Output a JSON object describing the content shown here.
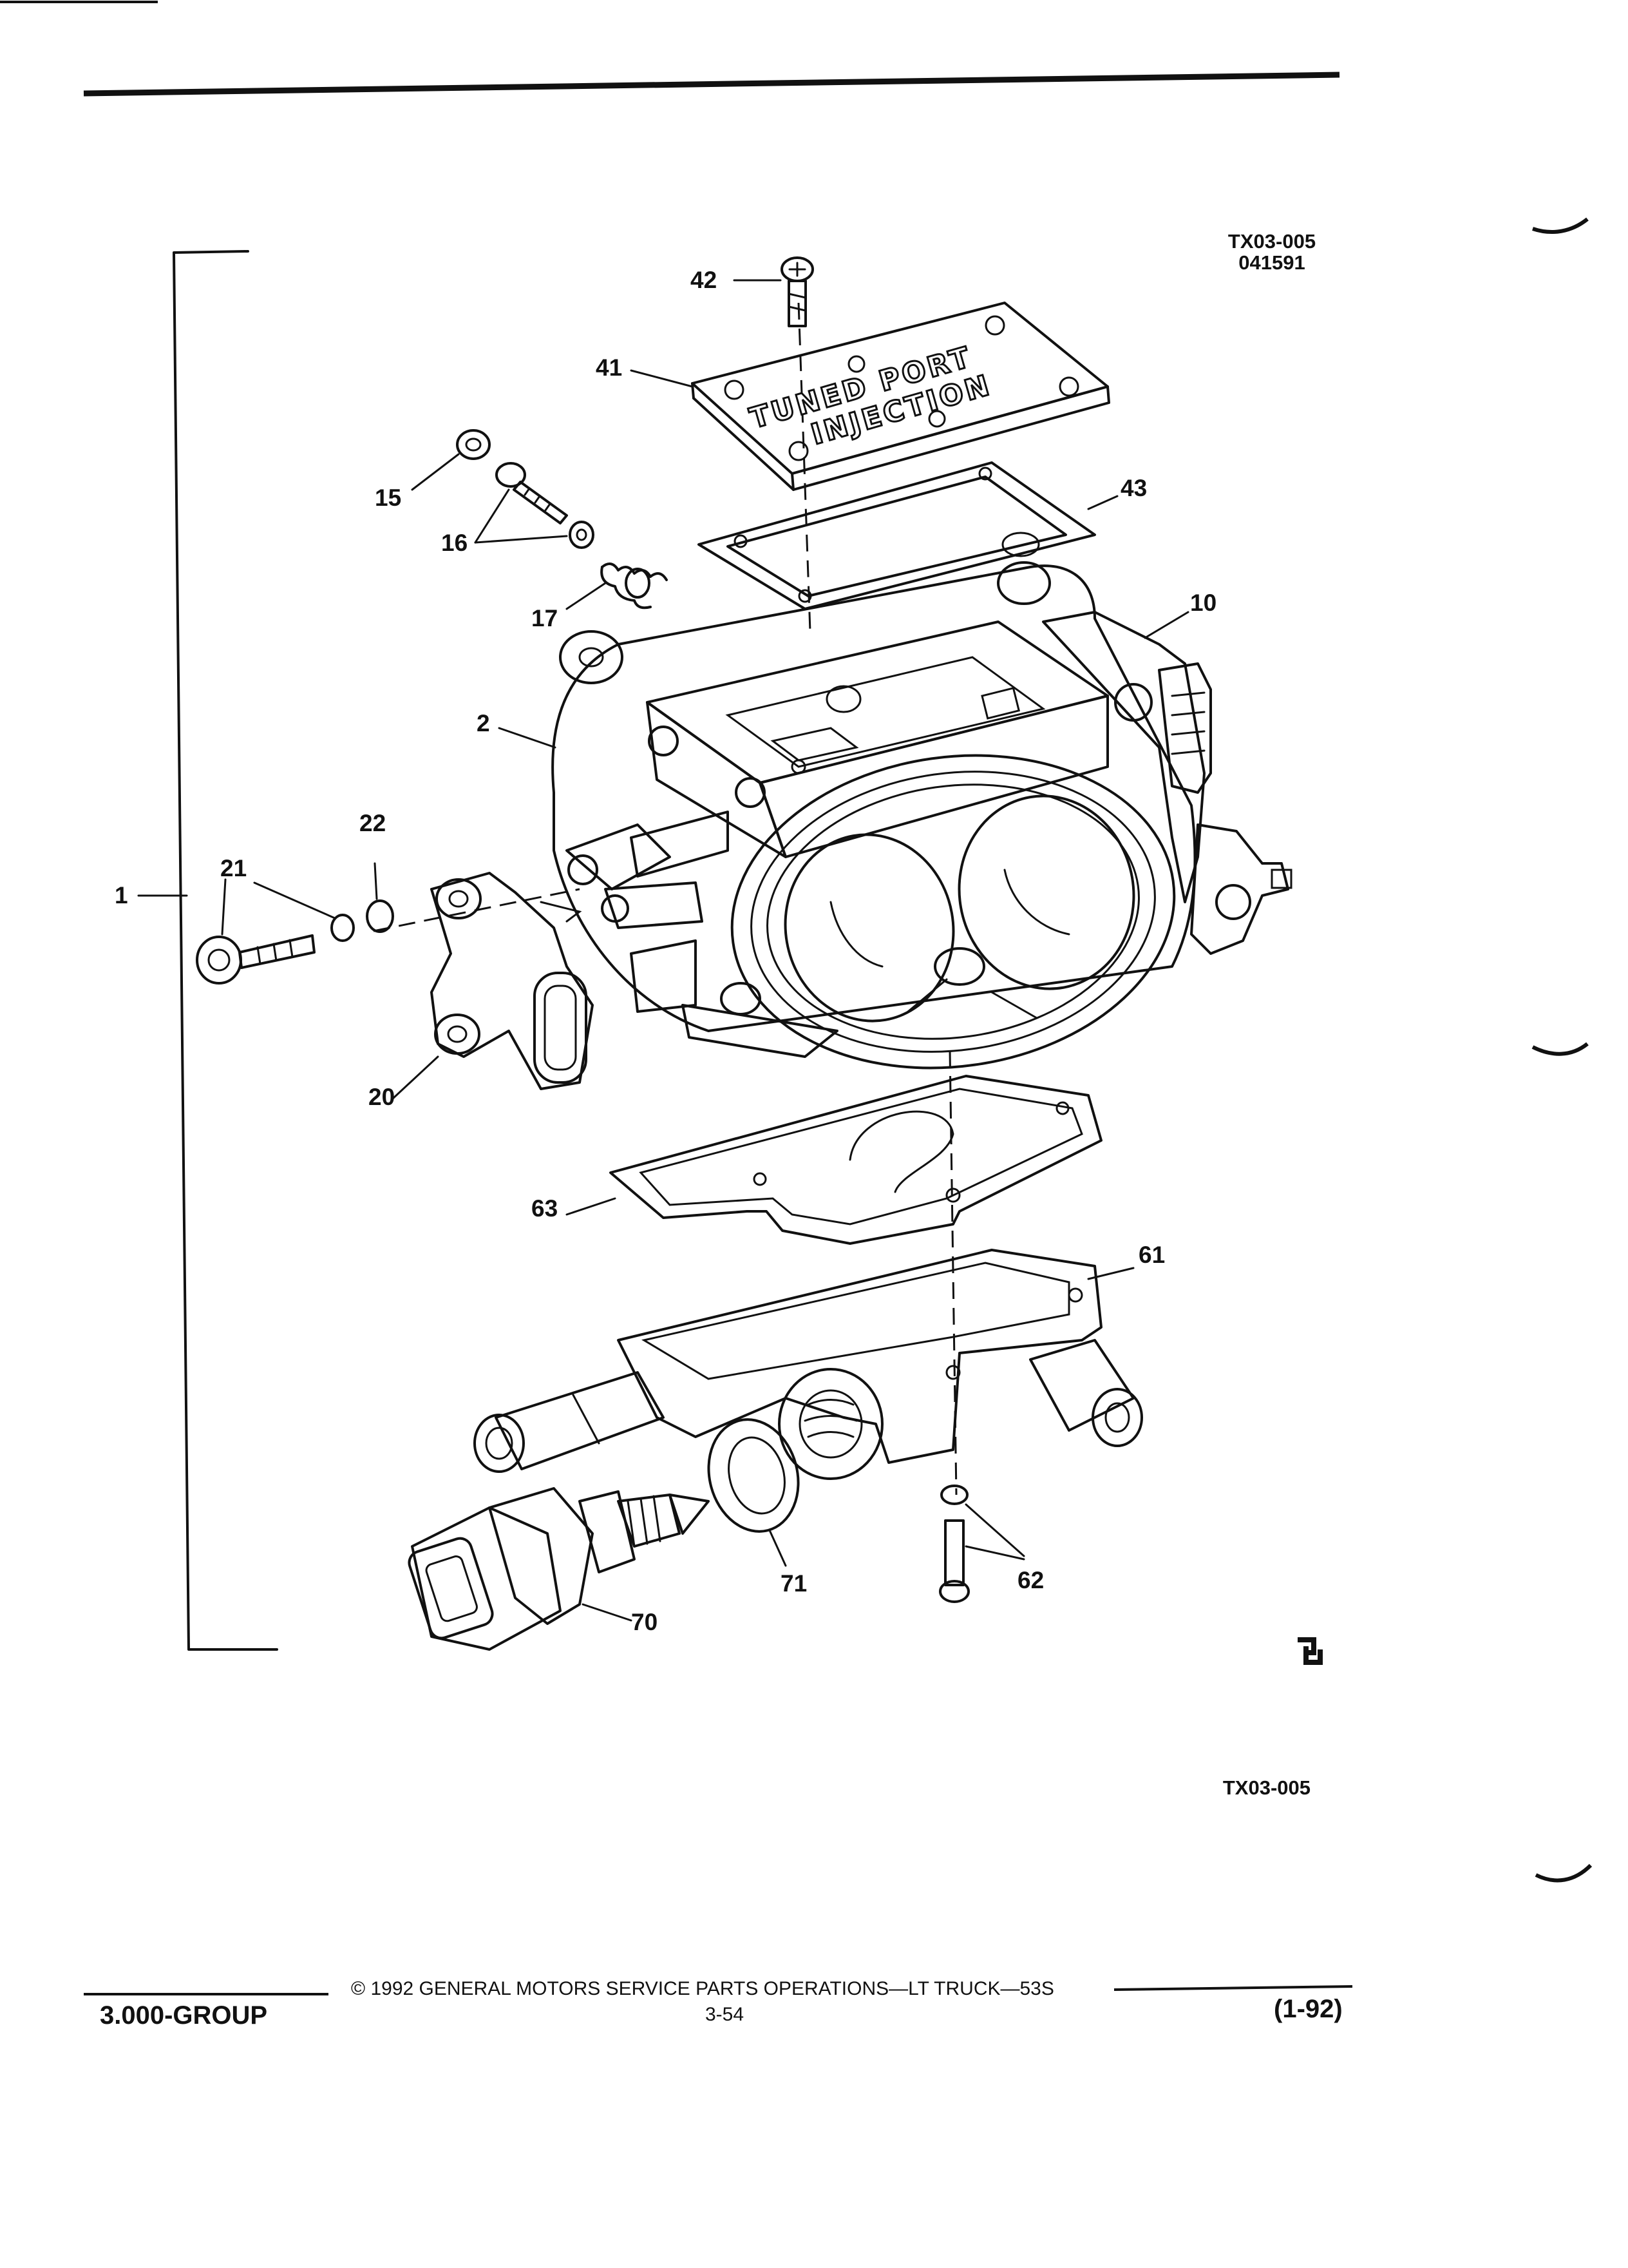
{
  "header": {
    "figure_code": "TX03-005",
    "figure_date": "041591"
  },
  "callouts": {
    "c1": "1",
    "c2": "2",
    "c10": "10",
    "c15": "15",
    "c16": "16",
    "c17": "17",
    "c20": "20",
    "c21": "21",
    "c22": "22",
    "c41": "41",
    "c42": "42",
    "c43": "43",
    "c61": "61",
    "c62": "62",
    "c63": "63",
    "c70": "70",
    "c71": "71"
  },
  "embossed_plate_text": {
    "line1": "TUNED PORT",
    "line2": "INJECTION"
  },
  "figure_code_bottom": "TX03-005",
  "footer": {
    "copyright_symbol": "©",
    "copyright_text": "1992  GENERAL MOTORS SERVICE PARTS OPERATIONS—LT TRUCK—53S",
    "group": "3.000-GROUP",
    "page": "3-54",
    "revision": "(1-92)"
  },
  "icons": {
    "plate": "throttle-body-cover-plate-icon",
    "throttle_body": "throttle-body-icon",
    "sensor": "throttle-position-sensor-icon",
    "coolant_sensor": "temperature-sensor-icon"
  }
}
